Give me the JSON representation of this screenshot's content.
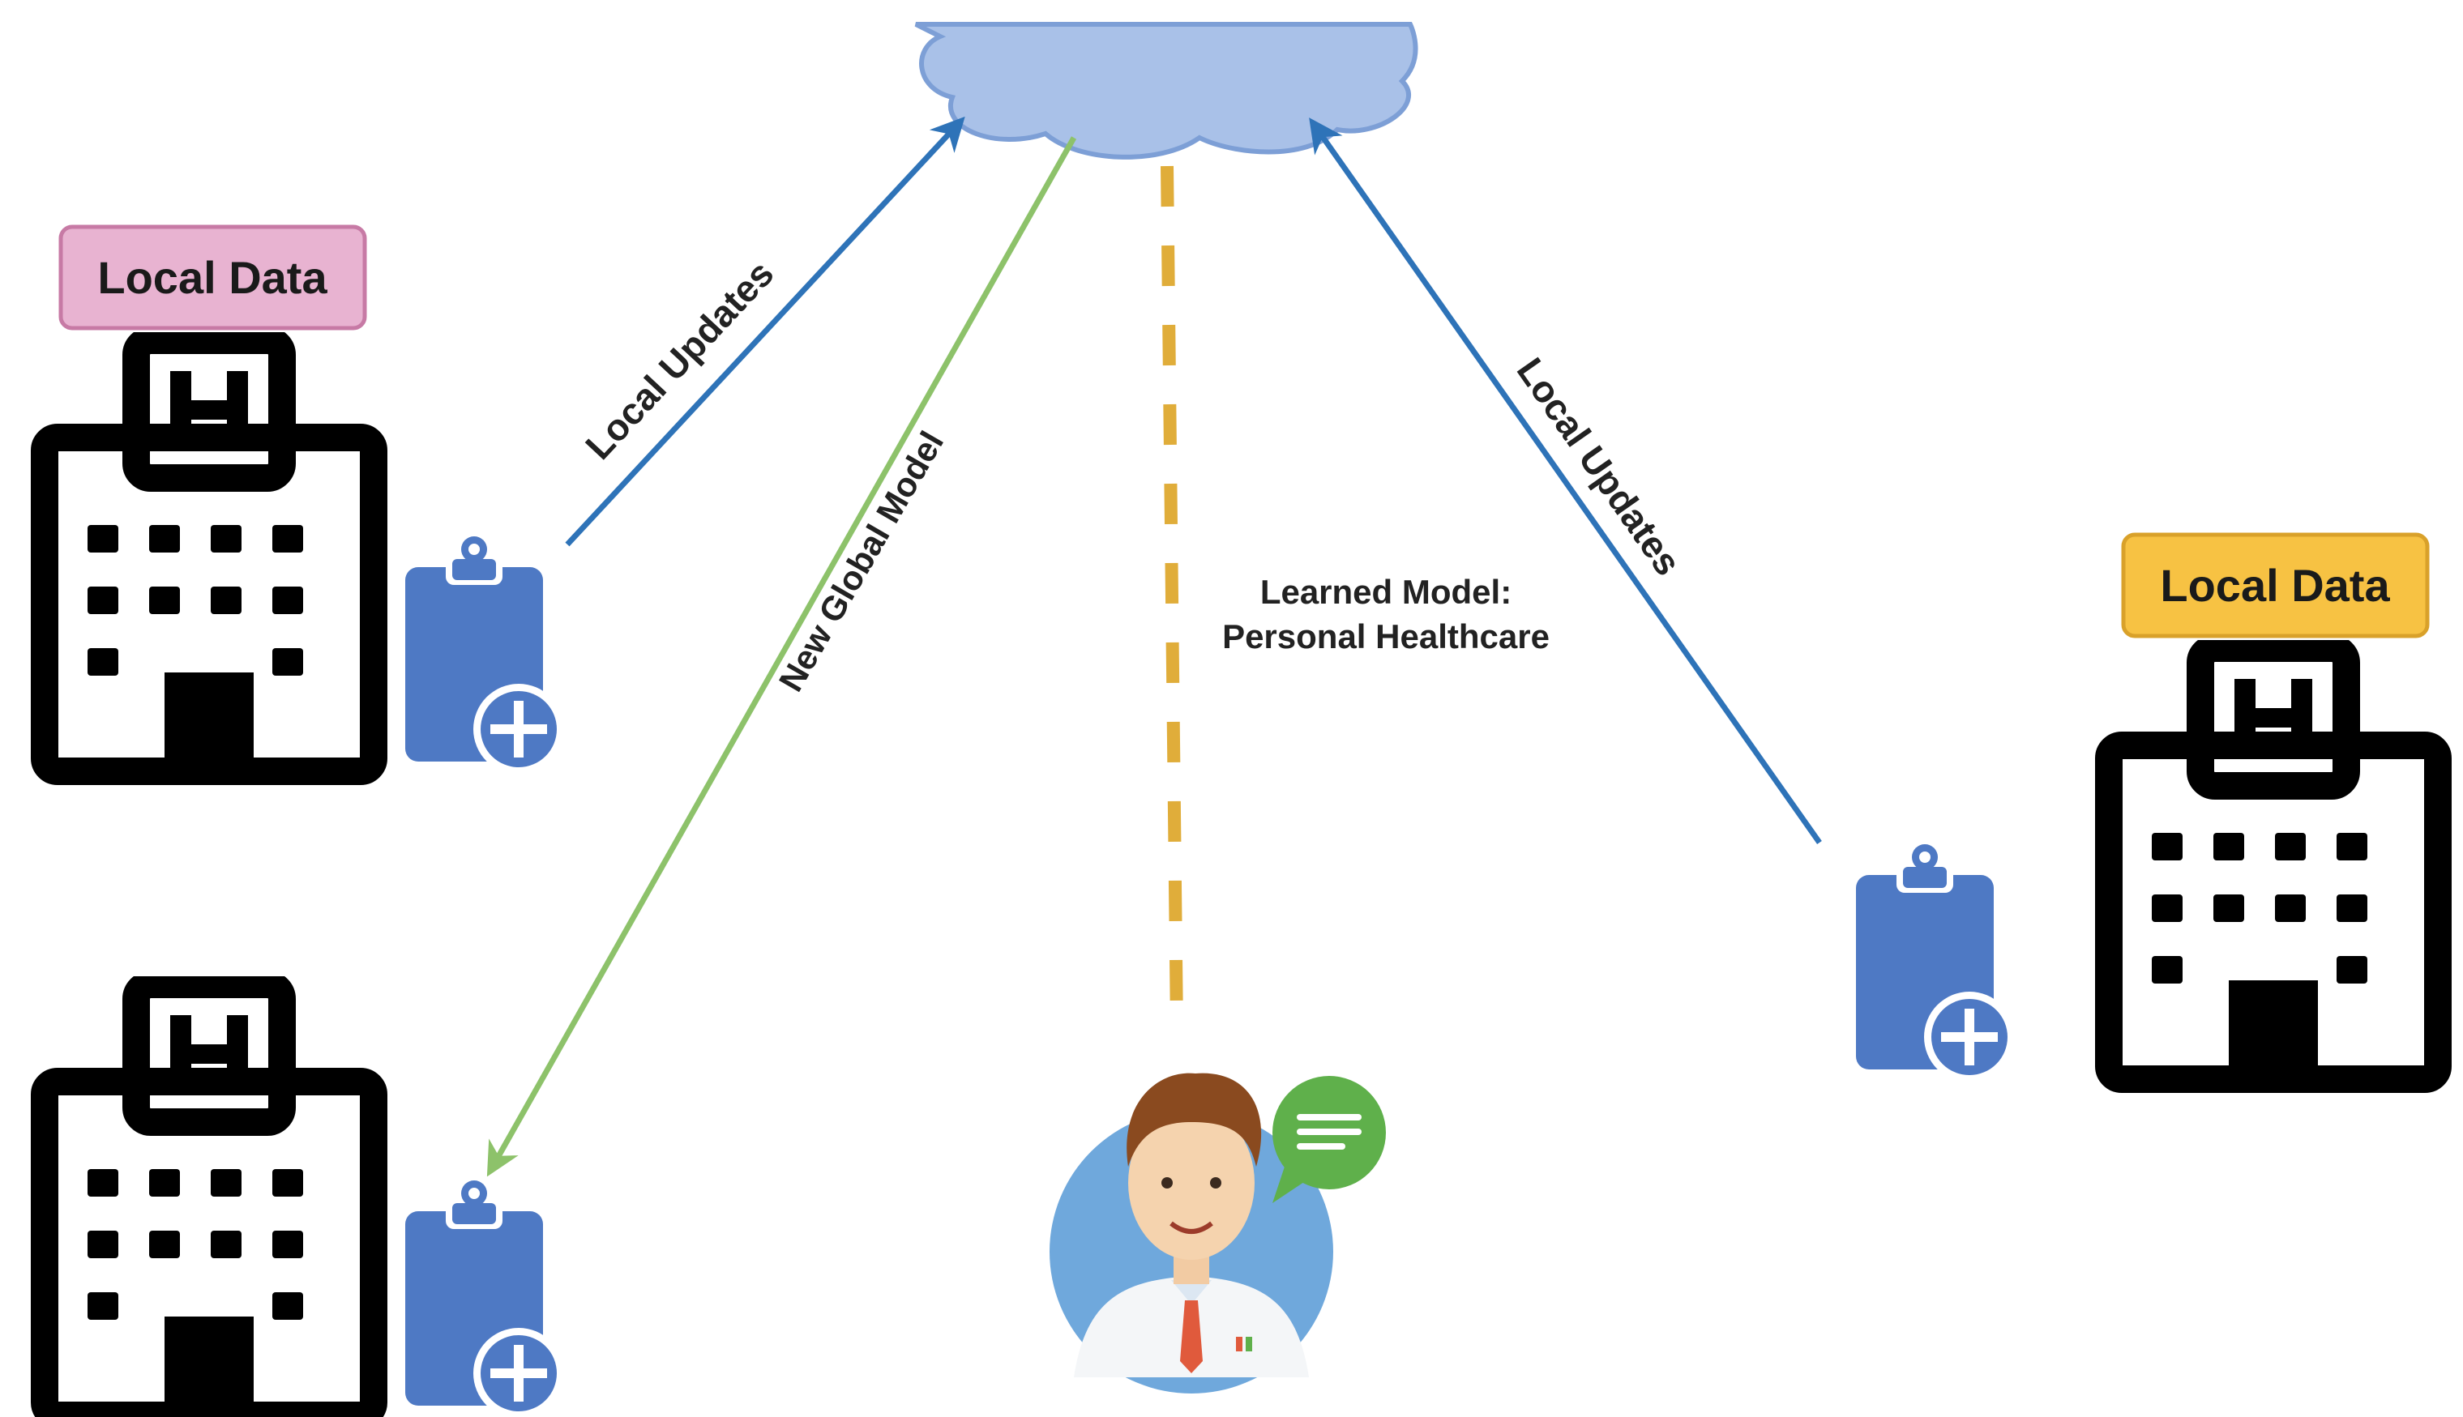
{
  "labels": {
    "local_data_left": "Local Data",
    "local_data_right": "Local Data",
    "local_updates_left": "Local Updates",
    "local_updates_right": "Local Updates",
    "new_global_model": "New Global Model",
    "learned_model_line1": "Learned Model:",
    "learned_model_line2": "Personal Healthcare"
  },
  "colors": {
    "cloud_fill": "#a9c1e8",
    "cloud_stroke": "#7d9fd6",
    "local_update_arrow": "#2e73b8",
    "global_model_arrow": "#8dc26a",
    "dashed_line": "#e0ad3a",
    "badge_pink_fill": "#e8b3d1",
    "badge_pink_stroke": "#c77aa5",
    "badge_orange_fill": "#f7c243",
    "badge_orange_stroke": "#d9a12a",
    "clipboard": "#4e79c4",
    "hospital": "#000000",
    "doctor_circle": "#6fa8dc",
    "speech_bubble": "#5fb04b"
  },
  "icons": {
    "cloud": "cloud-icon",
    "hospital": "hospital-building-icon",
    "clipboard": "medical-clipboard-plus-icon",
    "doctor": "doctor-avatar-icon",
    "speech": "speech-bubble-icon"
  }
}
